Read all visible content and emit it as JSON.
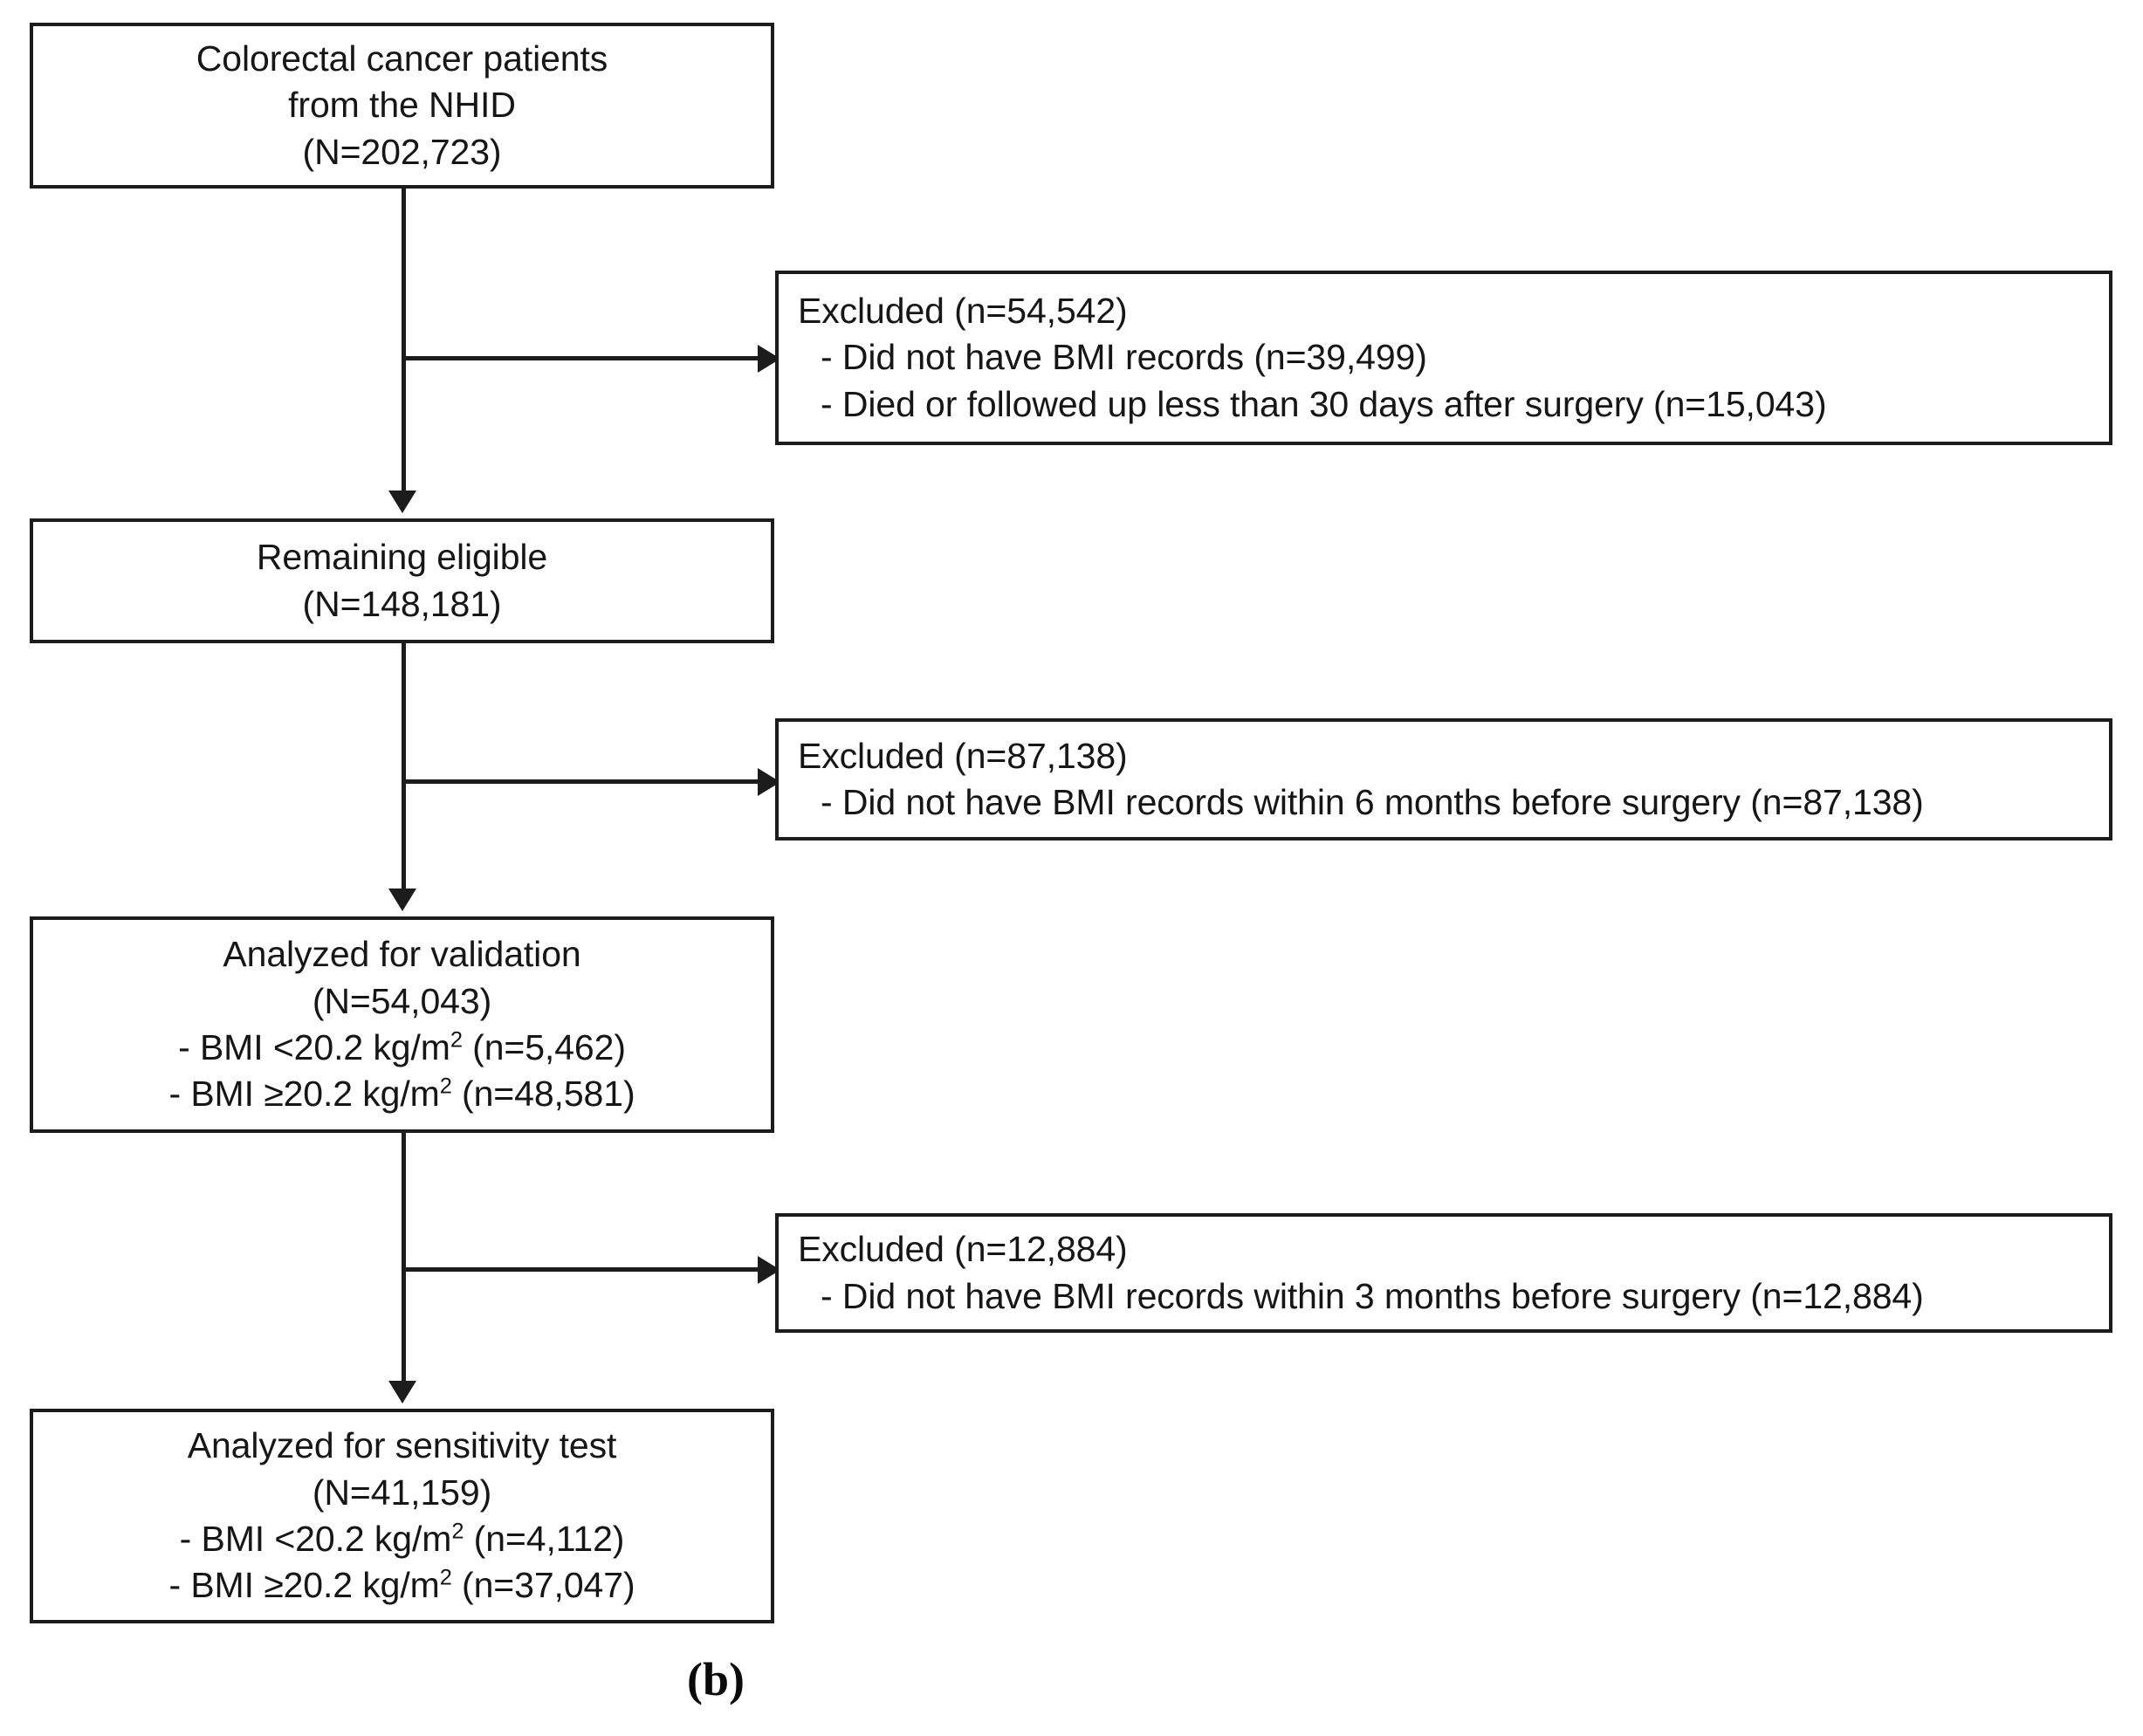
{
  "figure": {
    "caption": "(b)",
    "colors": {
      "box_border": "#1c1c1c",
      "connector": "#1c1c1c",
      "text": "#161616",
      "background": "#ffffff"
    }
  },
  "flow": {
    "type": "flowchart",
    "orientation": "vertical",
    "main_nodes": [
      {
        "id": "source-cohort",
        "lines": [
          "Colorectal cancer patients",
          "from the NHID",
          "(N=202,723)"
        ]
      },
      {
        "id": "remaining-eligible",
        "lines": [
          "Remaining eligible",
          "(N=148,181)"
        ]
      },
      {
        "id": "analyzed-validation",
        "lines": [
          "Analyzed for validation",
          "(N=54,043)"
        ],
        "bullets": [
          {
            "pre": "- BMI <20.2 kg/m",
            "sup": "2",
            "post": " (n=5,462)"
          },
          {
            "pre": "- BMI ≥20.2 kg/m",
            "sup": "2",
            "post": " (n=48,581)"
          }
        ]
      },
      {
        "id": "analyzed-sensitivity",
        "lines": [
          "Analyzed for sensitivity test",
          "(N=41,159)"
        ],
        "bullets": [
          {
            "pre": "- BMI <20.2 kg/m",
            "sup": "2",
            "post": " (n=4,112)"
          },
          {
            "pre": "- BMI ≥20.2 kg/m",
            "sup": "2",
            "post": " (n=37,047)"
          }
        ]
      }
    ],
    "exclusion_nodes": [
      {
        "id": "exclusion-1",
        "header": "Excluded (n=54,542)",
        "items": [
          "- Did not have BMI records (n=39,499)",
          "- Died or followed up less than 30 days after surgery (n=15,043)"
        ]
      },
      {
        "id": "exclusion-2",
        "header": "Excluded (n=87,138)",
        "items": [
          "- Did not have BMI records within 6 months before surgery (n=87,138)"
        ]
      },
      {
        "id": "exclusion-3",
        "header": "Excluded (n=12,884)",
        "items": [
          "- Did not have BMI records within 3 months before surgery (n=12,884)"
        ]
      }
    ]
  }
}
